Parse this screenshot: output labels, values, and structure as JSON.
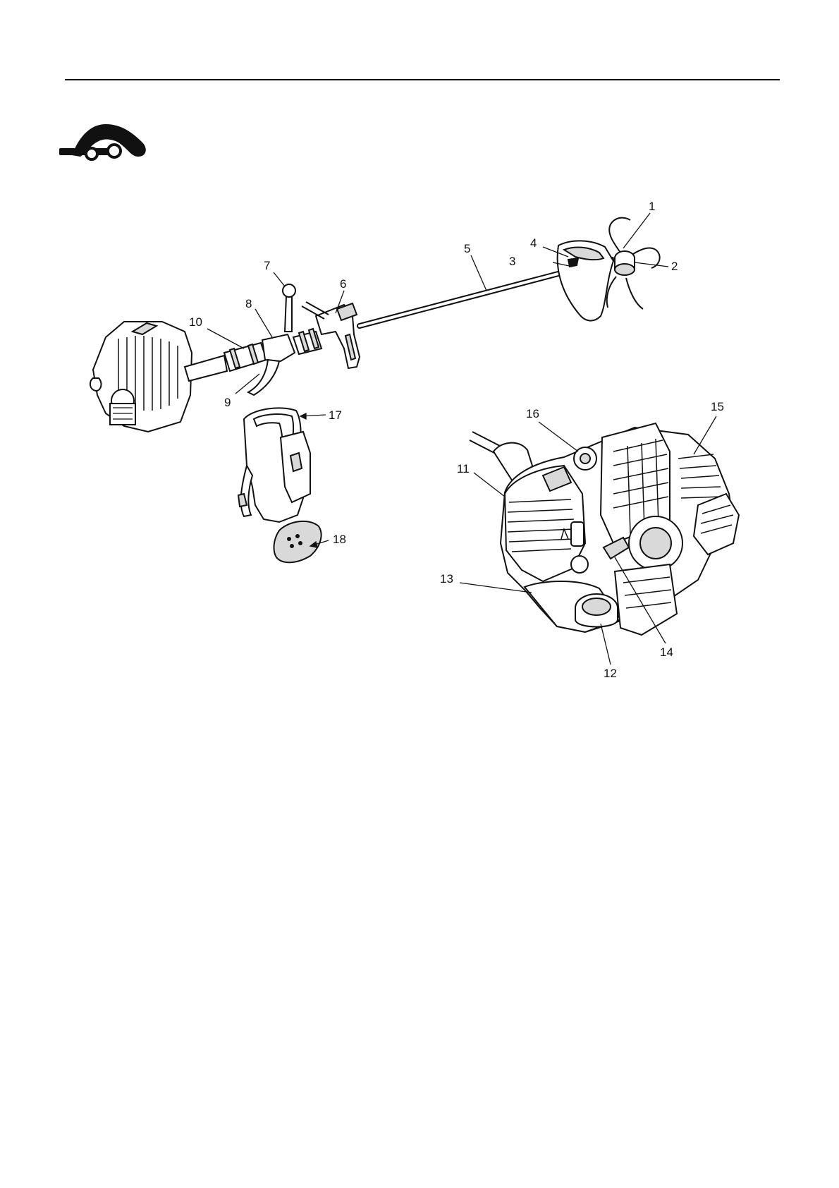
{
  "document": {
    "section_icon": "grass-trimmer-overview-icon",
    "figure": {
      "name": "parts-identification-figure",
      "callouts": {
        "c1": "1",
        "c2": "2",
        "c3": "3",
        "c4": "4",
        "c5": "5",
        "c6": "6",
        "c7": "7",
        "c8": "8",
        "c9": "9",
        "c10": "10",
        "c11": "11",
        "c12": "12",
        "c13": "13",
        "c14": "14",
        "c15": "15",
        "c16": "16",
        "c17": "17",
        "c18": "18"
      }
    },
    "colors": {
      "ink": "#111111",
      "paper": "#ffffff",
      "shade": "#d9d9d9"
    }
  }
}
